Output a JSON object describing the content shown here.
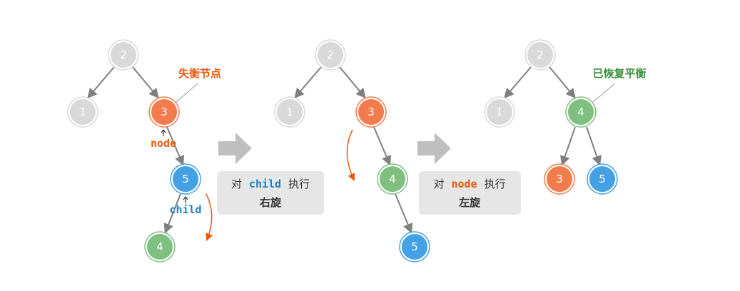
{
  "colors": {
    "grey_fill": "#d9d9d9",
    "orange_fill": "#f27c4d",
    "green_fill": "#7fbf7f",
    "blue_fill": "#45a1e6",
    "edge": "#7f7f7f",
    "annotation_orange": "#e8590c",
    "annotation_green": "#3d8f3d",
    "annotation_blue": "#1c7ec9",
    "box_fill": "#e6e6e6",
    "arrow_fill": "#bfbfbf"
  },
  "panel1": {
    "nodes": {
      "n2": "2",
      "n1": "1",
      "n3": "3",
      "n5": "5",
      "n4": "4"
    },
    "annotation_unbalanced": "失衡节点",
    "pointer_node": "node",
    "pointer_child": "child"
  },
  "step1": {
    "prefix": "对",
    "target": "child",
    "suffix": "执行",
    "action": "右旋"
  },
  "panel2": {
    "nodes": {
      "n2": "2",
      "n1": "1",
      "n3": "3",
      "n4": "4",
      "n5": "5"
    }
  },
  "step2": {
    "prefix": "对",
    "target": "node",
    "suffix": "执行",
    "action": "左旋"
  },
  "panel3": {
    "nodes": {
      "n2": "2",
      "n1": "1",
      "n4": "4",
      "n3": "3",
      "n5": "5"
    },
    "annotation_balanced": "已恢复平衡"
  }
}
